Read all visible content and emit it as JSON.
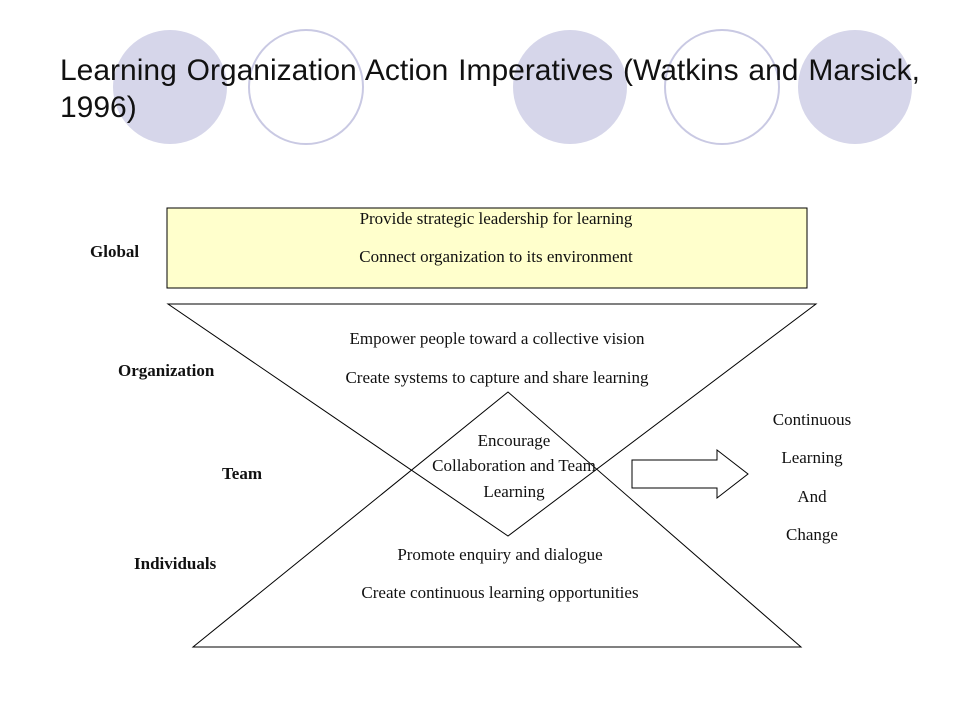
{
  "title": "Learning Organization Action Imperatives (Watkins and Marsick, 1996)",
  "levels": {
    "global": "Global",
    "organization": "Organization",
    "team": "Team",
    "individuals": "Individuals"
  },
  "global_box": {
    "line1": "Provide strategic leadership for learning",
    "line2": "Connect organization to its environment"
  },
  "organization_level": {
    "line1": "Empower people toward a collective vision",
    "line2": "Create systems to capture and share learning"
  },
  "team_level": {
    "line1": "Encourage",
    "line2": "Collaboration and Team",
    "line3": "Learning"
  },
  "individual_level": {
    "line1": "Promote enquiry and dialogue",
    "line2": "Create continuous learning opportunities"
  },
  "outcome": {
    "line1": "Continuous",
    "line2": "Learning",
    "line3": "And",
    "line4": "Change"
  },
  "colors": {
    "circle_fill": "#d6d6ea",
    "circle_stroke": "#c9c9e3",
    "box_fill": "#ffffcc",
    "line": "#000000"
  }
}
